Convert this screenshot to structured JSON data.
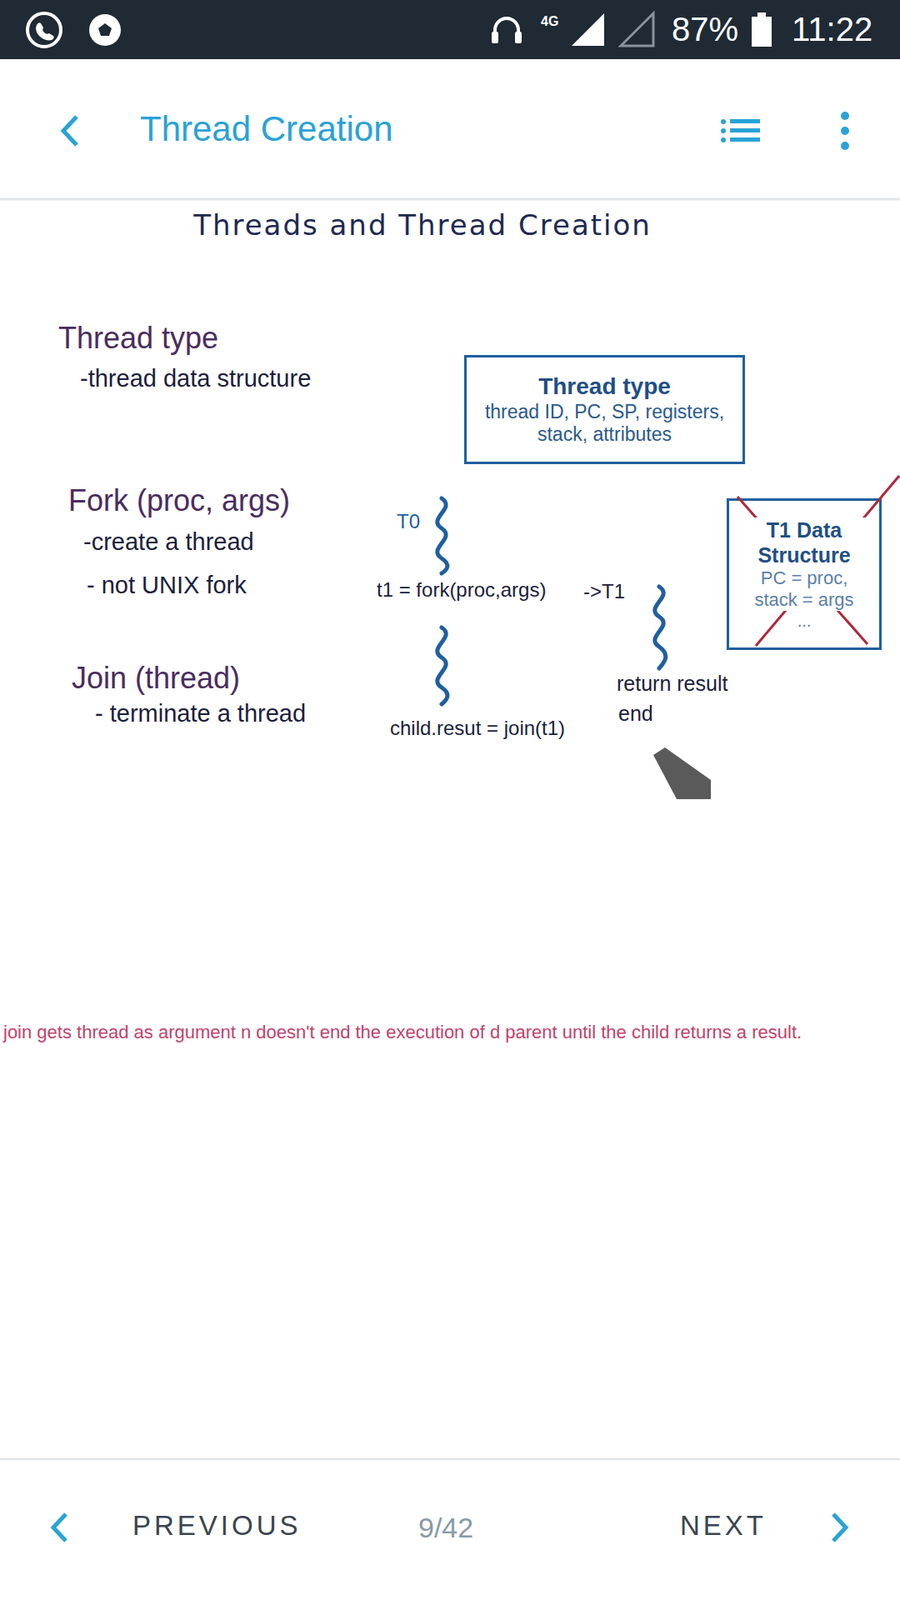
{
  "diagram": {
    "title": "Threads and Thread Creation",
    "nodes": [
      {
        "text": [
          "Thread type",
          "thread ID, PC, SP, registers, stack, attributes"
        ]
      },
      {
        "text": [
          "T1 Data Structure",
          "PC = proc, stack = args",
          "..."
        ]
      }
    ],
    "labels": [
      "4G",
      "87%",
      "11:22",
      "Thread Creation",
      "Thread type",
      "-thread data structure",
      "Fork (proc, args)",
      "-create a thread",
      "- not UNIX fork",
      "T0",
      "t1 = fork(proc,args)",
      "->T1",
      "Join (thread)",
      "- terminate a thread",
      "return result",
      "end",
      "child.resut = join(t1)",
      "join gets thread as argument n doesn't end the execution of d parent until the child returns a result.",
      "PREVIOUS",
      "9/42",
      "NEXT"
    ]
  }
}
